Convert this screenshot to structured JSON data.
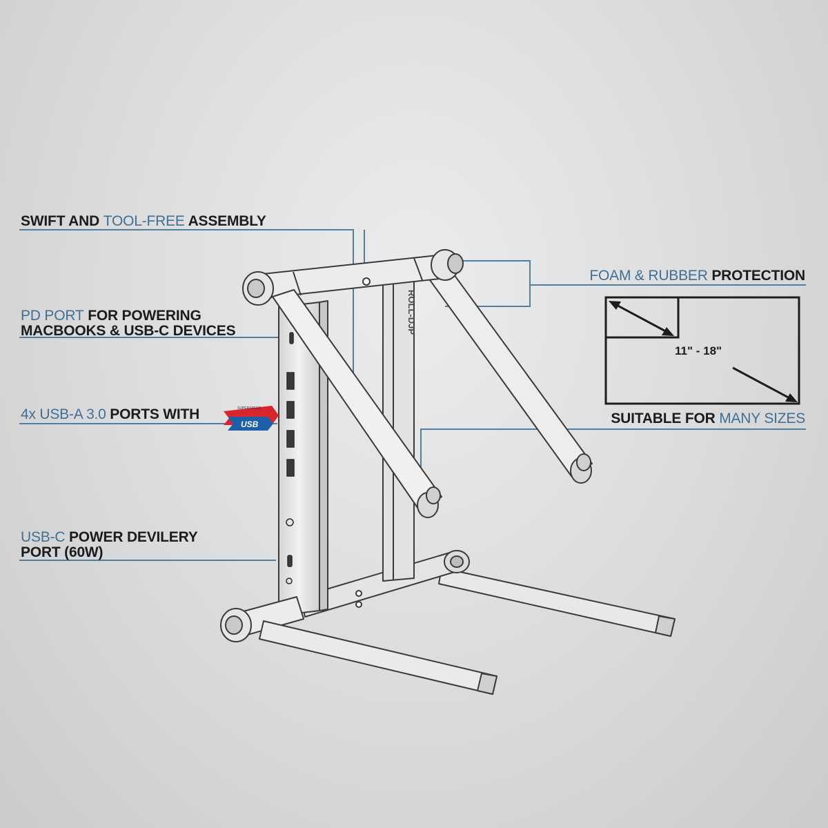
{
  "colors": {
    "accent_blue": "#3f6f95",
    "text_dark": "#1c1c1c",
    "line_blue": "#4f7ea3",
    "stand_fill": "#e7e7e7",
    "stand_stroke": "#3a3a3a",
    "usb_red": "#d8262e",
    "usb_blue": "#1d5fa8"
  },
  "callouts": {
    "assembly": {
      "hl": "TOOL-FREE",
      "pre": "SWIFT AND ",
      "post": " ASSEMBLY"
    },
    "pd_port": {
      "hl": "PD PORT",
      "line1_post": " FOR POWERING",
      "line2": "MACBOOKS & USB-C DEVICES"
    },
    "usb_a": {
      "hl": "4x USB-A 3.0",
      "post": " PORTS WITH"
    },
    "usb_c": {
      "hl": "USB-C",
      "line1_post": " POWER DEVILERY",
      "line2": "PORT (60W)"
    },
    "foam": {
      "hl": "FOAM & RUBBER",
      "post": " PROTECTION"
    },
    "sizes": {
      "pre": "SUITABLE FOR ",
      "hl": "MANY SIZES"
    }
  },
  "size_diagram": {
    "range_text": "11\" - 18\""
  },
  "usb_logo": {
    "small_text": "SUPERSPEED",
    "main_text": "USB"
  },
  "stand_print": {
    "brand_text": "ROLL-DJP"
  },
  "icons": [
    "usb-superspeed-logo-icon",
    "laptop-size-diagram-icon",
    "laptop-stand-illustration"
  ]
}
